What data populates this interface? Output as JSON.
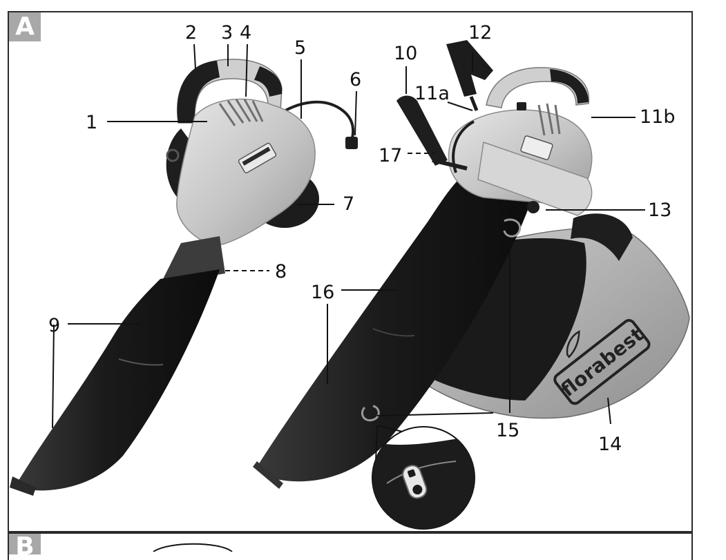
{
  "panels": {
    "a": "A",
    "b": "B"
  },
  "brand": {
    "logo_text": "florabest"
  },
  "colors": {
    "body": "#c9c9c9",
    "dark": "#1c1c1c",
    "bag": "#b0b0b0",
    "frame": "#2a2a2a",
    "tag": "#a8a8a8"
  },
  "callouts": [
    "1",
    "2",
    "3",
    "4",
    "5",
    "6",
    "7",
    "8",
    "9",
    "10",
    "11a",
    "11b",
    "12",
    "13",
    "14",
    "15",
    "16",
    "17"
  ]
}
